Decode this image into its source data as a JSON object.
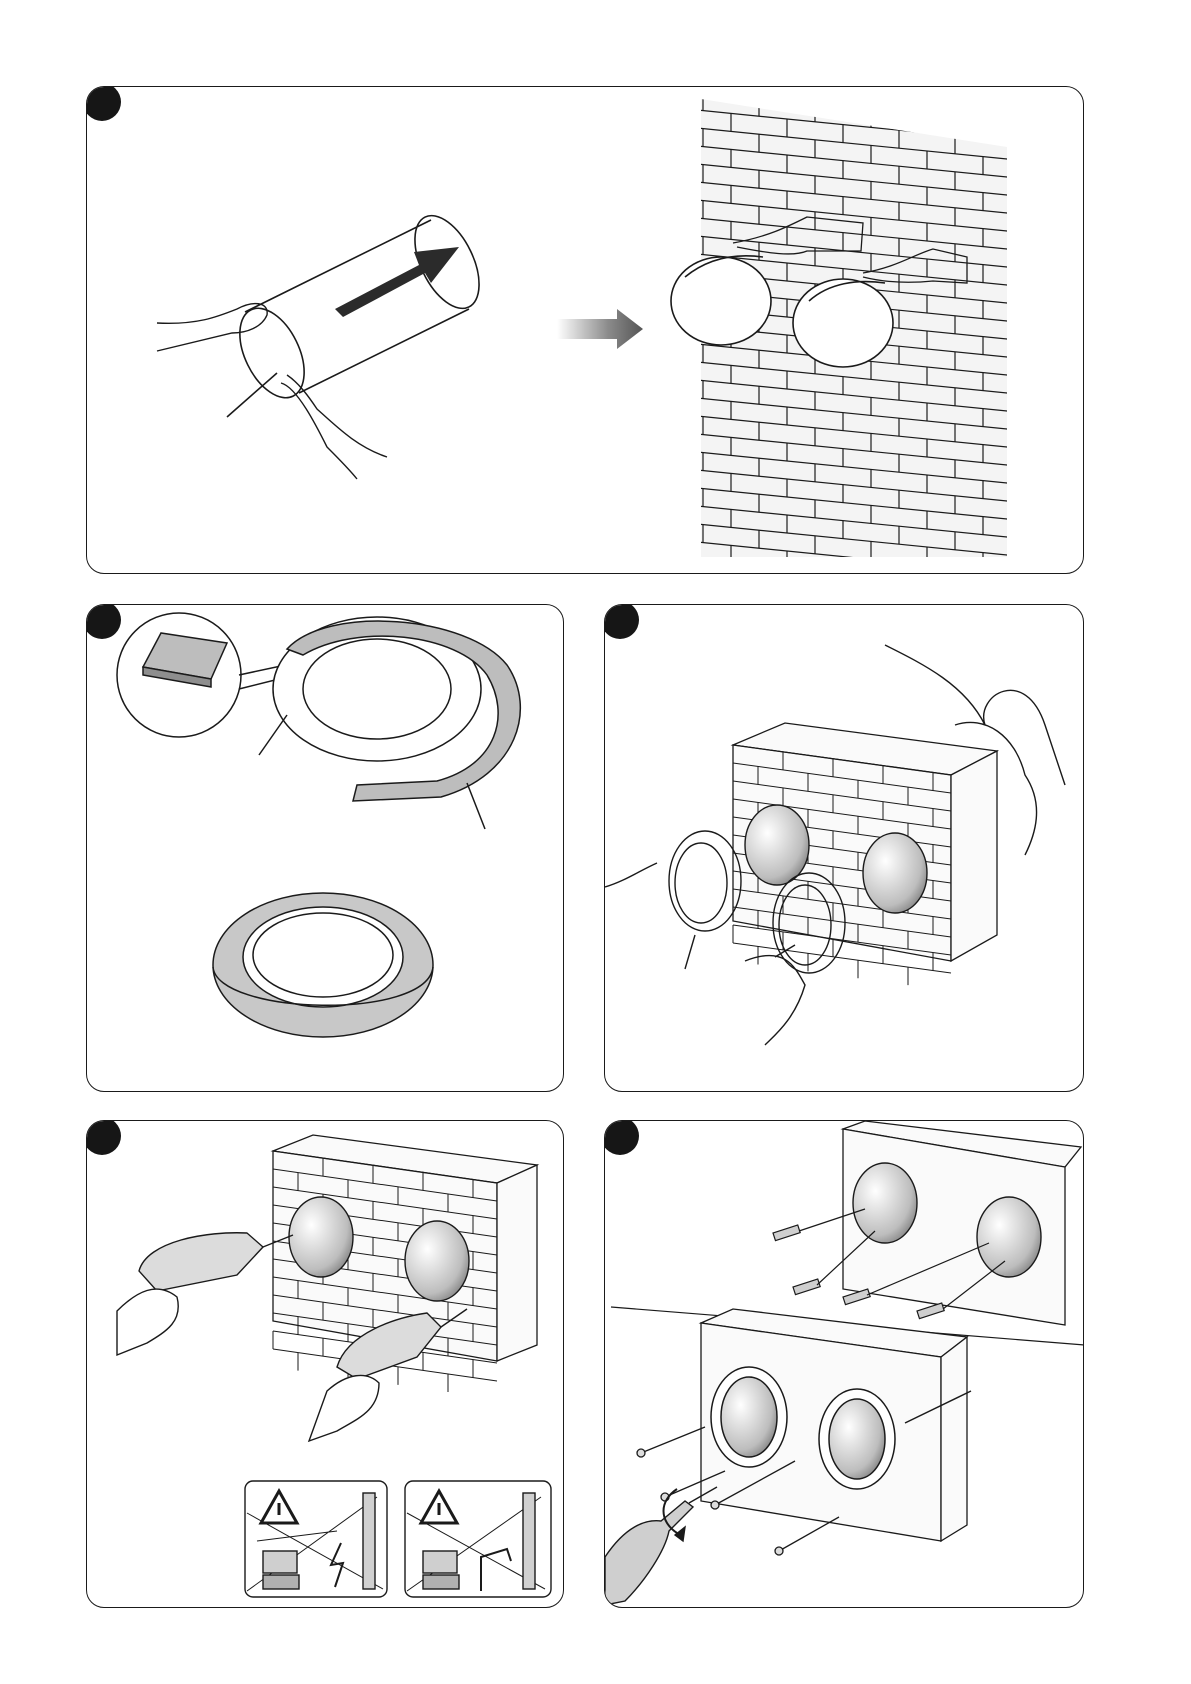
{
  "panels": [
    {
      "id": 1,
      "scene": "pipe-cutting-and-insertion",
      "arrow": "to-wall"
    },
    {
      "id": 2,
      "scene": "sealing-ring"
    },
    {
      "id": 3,
      "scene": "ring-fitting-in-wall"
    },
    {
      "id": 4,
      "scene": "drilling"
    },
    {
      "id": 5,
      "scene": "screw-fixing"
    }
  ],
  "warnings": [
    {
      "icon": "warning-triangle-icon",
      "hazard": "electric-cable"
    },
    {
      "icon": "warning-triangle-icon",
      "hazard": "water-pipe"
    }
  ],
  "colors": {
    "line": "#1a1a1a",
    "badge": "#161616",
    "arrow": "#2b2b2b",
    "ring": "#bdbdbd"
  }
}
